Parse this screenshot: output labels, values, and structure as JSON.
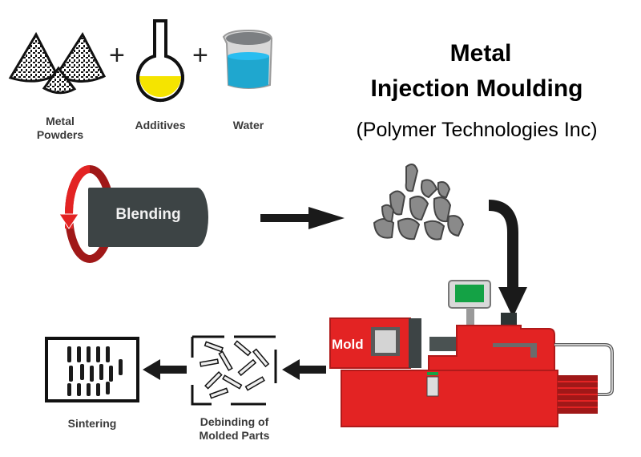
{
  "title": {
    "line1": "Metal",
    "line2": "Injection Moulding",
    "subtitle": "(Polymer Technologies Inc)"
  },
  "ingredients": [
    {
      "label_line1": "Metal",
      "label_line2": "Powders",
      "icon": "metal-powder-piles-icon"
    },
    {
      "label_line1": "Additives",
      "icon": "flask-icon"
    },
    {
      "label_line1": "Water",
      "icon": "beaker-icon"
    }
  ],
  "operators": [
    "+",
    "+"
  ],
  "steps": {
    "blending": "Blending",
    "mold": "Mold",
    "debinding_line1": "Debinding of",
    "debinding_line2": "Molded Parts",
    "sintering": "Sintering"
  },
  "colors": {
    "machine_red": "#e32323",
    "machine_dark_red": "#a01818",
    "blender_gray": "#3d4445",
    "arrow_black": "#1a1a1a",
    "additive_yellow": "#f5e400",
    "water_blue": "#1fa7cf",
    "screen_green": "#14a245",
    "pellet_gray": "#8a8a8a"
  }
}
